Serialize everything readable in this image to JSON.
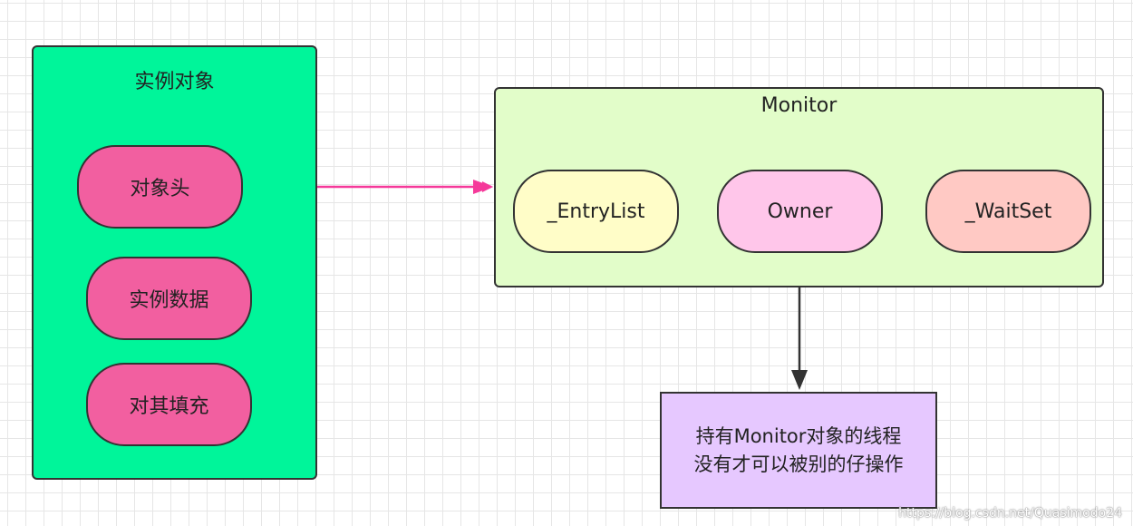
{
  "instance": {
    "title": "实例对象",
    "items": [
      "对象头",
      "实例数据",
      "对其填充"
    ],
    "colors": {
      "container": "#00f59a",
      "item": "#f25fa0"
    }
  },
  "monitor": {
    "title": "Monitor",
    "slots": [
      "_EntryList",
      "Owner",
      "_WaitSet"
    ],
    "colors": {
      "container": "#e2fdc9",
      "entry_list": "#fffdc8",
      "owner": "#ffc6ea",
      "wait_set": "#ffc9c4"
    }
  },
  "note": {
    "lines": [
      "持有Monitor对象的线程",
      "没有才可以被别的仔操作"
    ],
    "color": "#e6c8ff"
  },
  "arrow_color": "#f5399a",
  "watermark": "https://blog.csdn.net/Quasimodo24"
}
